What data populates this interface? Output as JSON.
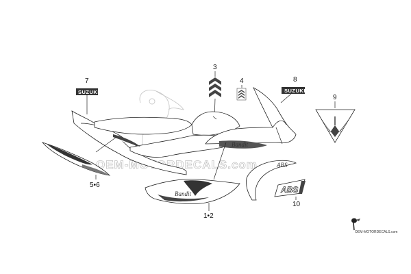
{
  "callouts": {
    "c1": "1•2",
    "c3": "3",
    "c4": "4",
    "c56": "5•6",
    "c7": "7",
    "c8": "8",
    "c9": "9",
    "c10": "10"
  },
  "emblems": {
    "brand_badge_7": "SUZUKI",
    "brand_badge_8": "SUZUKI",
    "abs_emblem": "ABS",
    "abs_small": "ABS",
    "model_script": "Bandit"
  },
  "watermark": {
    "main": "OEM-MOTORDECALS.com",
    "small": "OEM-MOTORDECALS.com"
  },
  "colors": {
    "line": "#222222",
    "dark_decal": "#333333",
    "watermark": "#c4c4c4"
  }
}
